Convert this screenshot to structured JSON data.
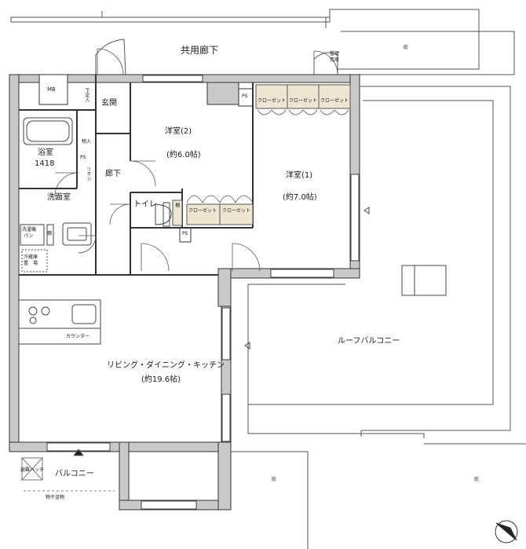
{
  "rooms": {
    "common_corridor": "共用廊下",
    "entrance": "玄関",
    "hallway": "廊下",
    "western2_name": "洋室(2)",
    "western2_size": "(約6.0帖)",
    "western1_name": "洋室(1)",
    "western1_size": "(約7.0帖)",
    "bathroom_name": "浴室",
    "bathroom_size": "1418",
    "washroom": "洗面室",
    "toilet": "トイレ",
    "ldk_name": "リビング・ダイニング・キッチン",
    "ldk_size": "(約19.6帖)",
    "roof_balcony": "ルーフバルコニー",
    "balcony": "バルコニー"
  },
  "small_labels": {
    "mb": "MB",
    "ps_main": "PS",
    "ps_bath": "PS",
    "ps_toilet": "PS",
    "shoe_box": "下足入",
    "storage": "物入",
    "linen": "リネン",
    "tana": "棚",
    "closet": "クローゼット",
    "washer_pan_1": "洗濯機",
    "washer_pan_2": "パン",
    "shelf": "棚",
    "fridge_1": "冷蔵庫",
    "fridge_2": "置　場",
    "counter": "カウンター",
    "eaves": "庇",
    "mgmt_1": "管理",
    "mgmt_2": "用扉",
    "evac_hatch": "避難ハッチ",
    "clothes_rack": "物干金物"
  },
  "colors": {
    "wall": "#c9c9c9",
    "closet_fill": "#eee5d2",
    "line": "#333333"
  }
}
